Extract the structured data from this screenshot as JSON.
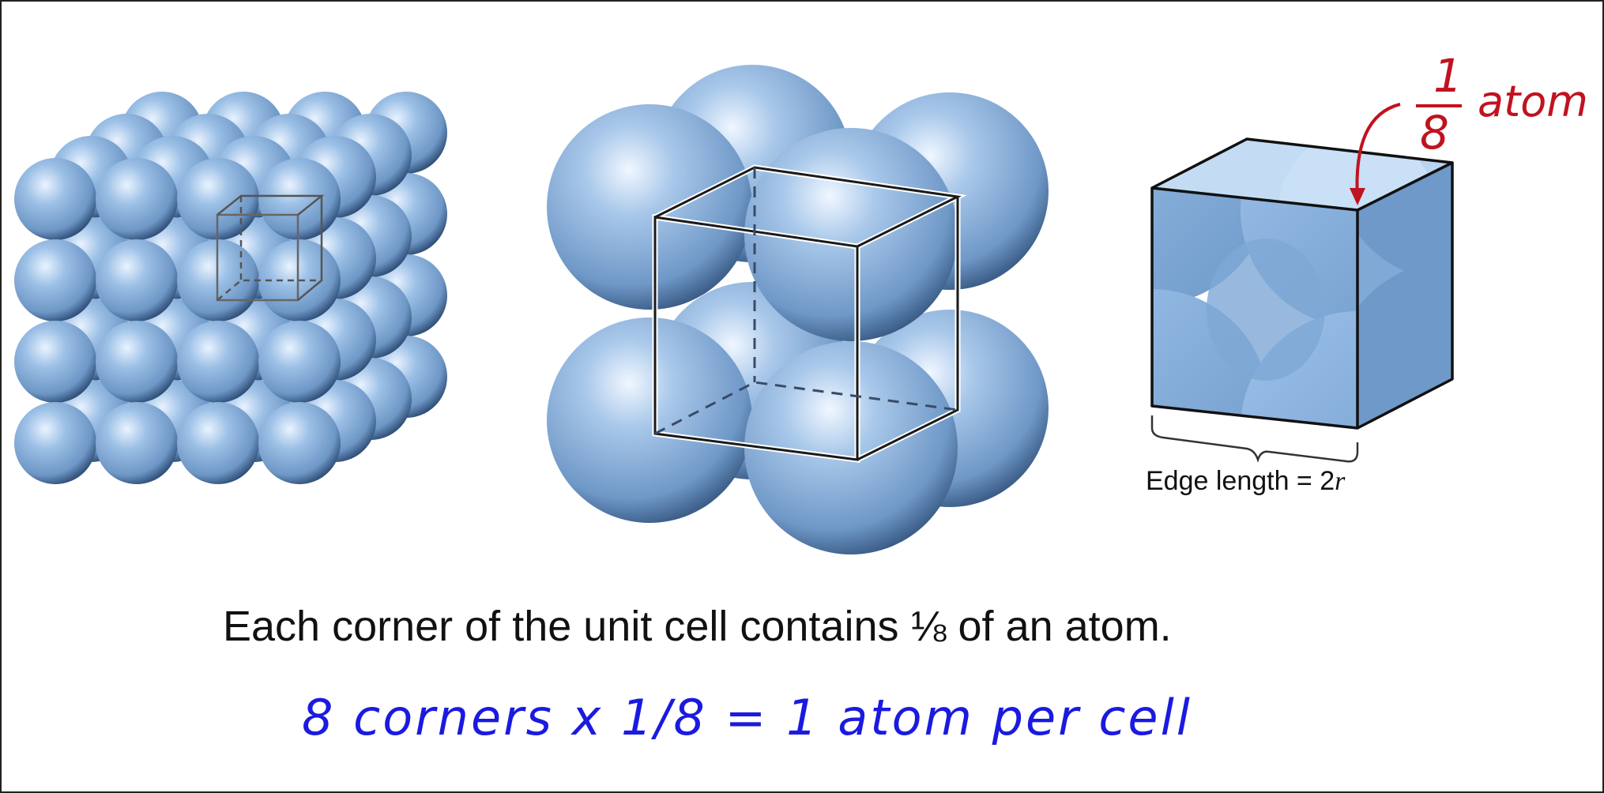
{
  "caption": {
    "text": "Each corner of the unit cell contains ⅛ of an atom."
  },
  "handwritten_note": {
    "text": "8 corners x 1/8 = 1 atom per cell",
    "color": "#1a1ae0"
  },
  "corner_annotation": {
    "fraction_numerator": "1",
    "fraction_denominator": "8",
    "word": "atom",
    "color": "#c1121f"
  },
  "edge_label": {
    "prefix": "Edge length = 2",
    "variable": "r"
  },
  "colors": {
    "sphere_fill": "#7fa8d6",
    "sphere_highlight": "#eaf3ff",
    "sphere_shadow": "#2f4f78",
    "cell_outline": "#1a1a1a"
  }
}
